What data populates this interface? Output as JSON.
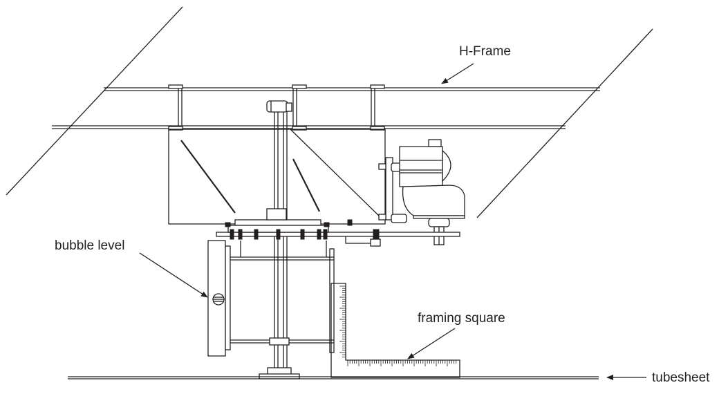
{
  "labels": {
    "h_frame": "H-Frame",
    "bubble_level": "bubble level",
    "framing_square": "framing square",
    "tubesheet": "tubesheet"
  },
  "colors": {
    "line": "#231f20",
    "background": "#ffffff"
  }
}
